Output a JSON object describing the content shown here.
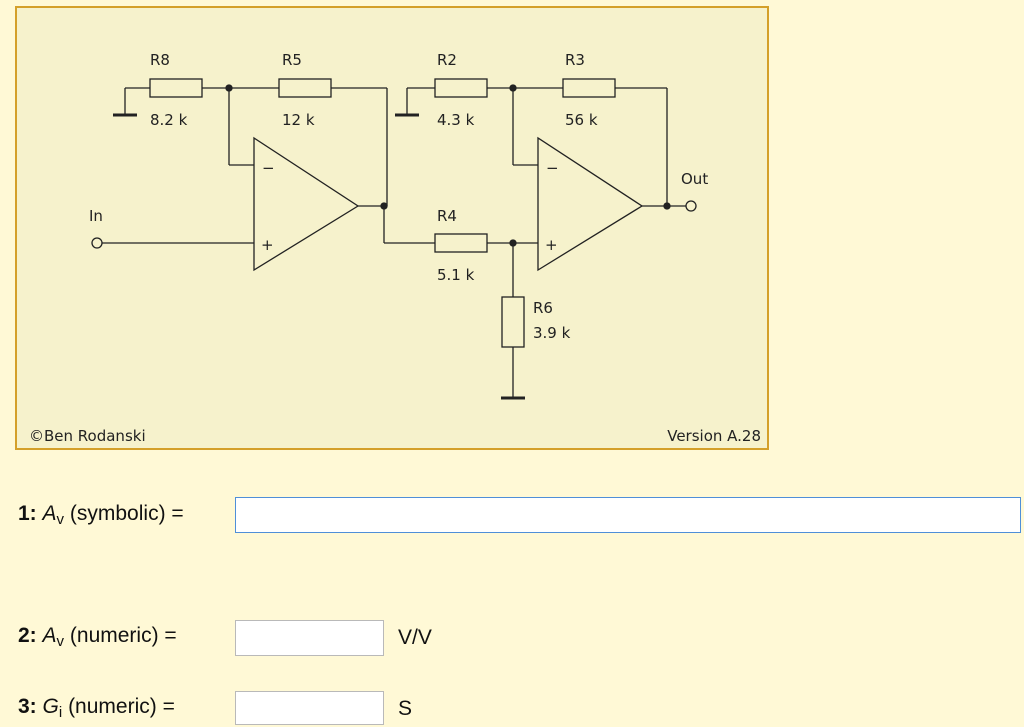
{
  "circuit": {
    "resistors": [
      {
        "id": "R8",
        "value": "8.2 k"
      },
      {
        "id": "R5",
        "value": "12 k"
      },
      {
        "id": "R2",
        "value": "4.3 k"
      },
      {
        "id": "R3",
        "value": "56 k"
      },
      {
        "id": "R4",
        "value": "5.1 k"
      },
      {
        "id": "R6",
        "value": "3.9 k"
      }
    ],
    "input_label": "In",
    "output_label": "Out",
    "opamp_minus": "−",
    "opamp_plus": "+",
    "copyright": "©Ben Rodanski",
    "version": "Version A.28"
  },
  "questions": [
    {
      "num": "1:",
      "var": "A",
      "sub": "v",
      "text": "(symbolic) =",
      "value": "",
      "unit": ""
    },
    {
      "num": "2:",
      "var": "A",
      "sub": "v",
      "text": "(numeric) =",
      "value": "",
      "unit": "V/V"
    },
    {
      "num": "3:",
      "var": "G",
      "sub": "i",
      "text": "(numeric) =",
      "value": "",
      "unit": "S"
    }
  ],
  "colors": {
    "page_background": "#fff9d6",
    "panel_background": "#f6f2cc",
    "panel_border": "#d4a02a",
    "focused_input_border": "#4f8fd8"
  }
}
